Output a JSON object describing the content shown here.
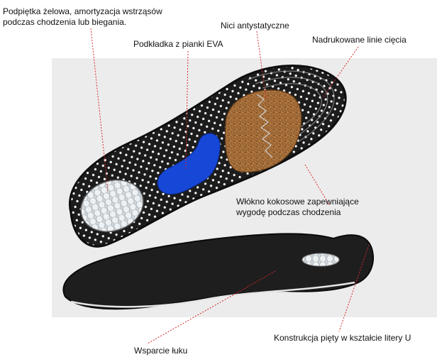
{
  "labels": {
    "gel_heel": "Podpiętka żelowa, amortyzacja wstrząsów\npodczas chodzenia lub biegania.",
    "eva_pad": "Podkładka z pianki EVA",
    "antistatic": "Nici antystatyczne",
    "cut_lines": "Nadrukowane linie cięcia",
    "coconut": "Włókno kokosowe zapewniające\nwygodę podczas chodzenia",
    "u_heel": "Konstrukcja pięty w kształcie litery U",
    "arch": "Wsparcie łuku"
  },
  "colors": {
    "insole_black": "#1c1c1c",
    "eva_blue": "#1747d6",
    "coconut_brown": "#a9713c",
    "gel_clear": "#d7dde2",
    "leader_red": "#d92a2a"
  }
}
